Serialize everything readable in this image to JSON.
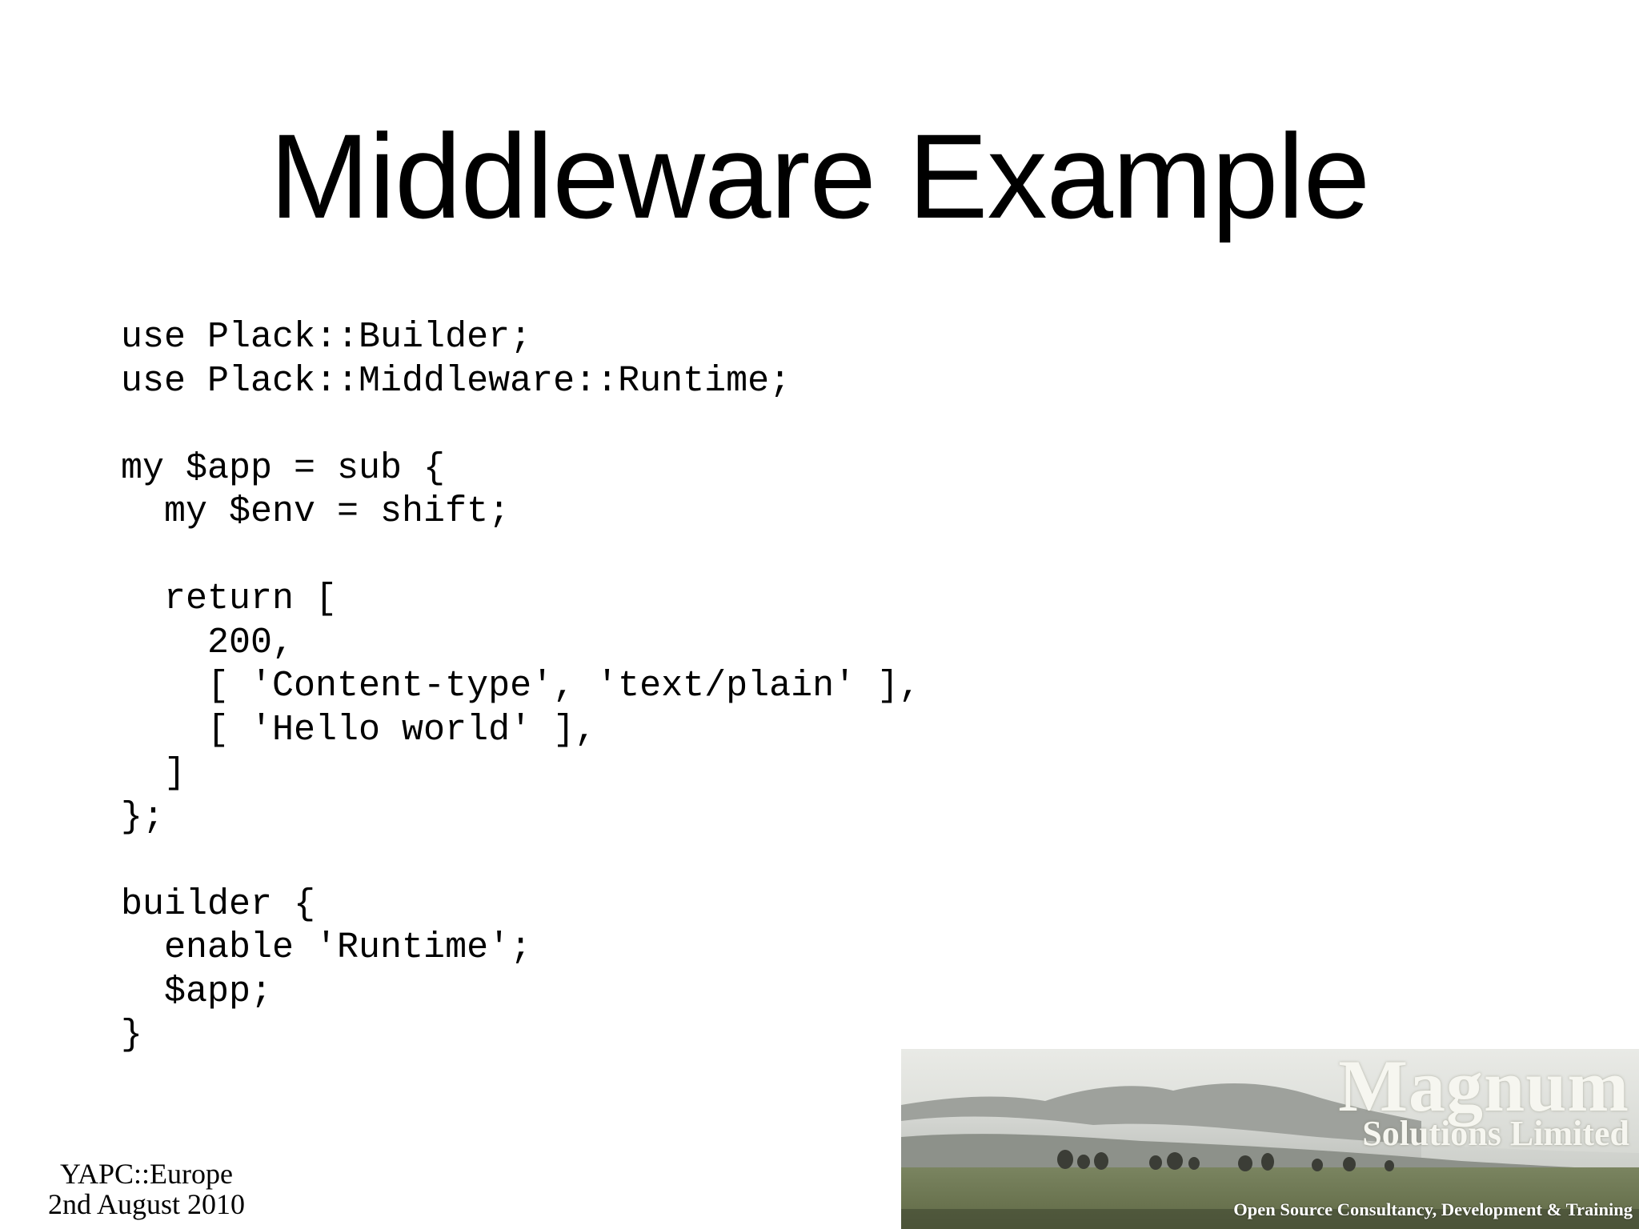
{
  "slide": {
    "title": "Middleware Example",
    "code_lines": [
      "use Plack::Builder;",
      "use Plack::Middleware::Runtime;",
      "",
      "my $app = sub {",
      "  my $env = shift;",
      "",
      "  return [",
      "    200,",
      "    [ 'Content-type', 'text/plain' ],",
      "    [ 'Hello world' ],",
      "  ]",
      "};",
      "",
      "builder {",
      "  enable 'Runtime';",
      "  $app;",
      "}"
    ]
  },
  "footer": {
    "event": "YAPC::Europe",
    "date": "2nd August 2010"
  },
  "banner": {
    "company_name": "Magnum",
    "company_suffix": "Solutions Limited",
    "tagline": "Open Source Consultancy, Development & Training",
    "sky_color": "#d9dbd6",
    "hill_color": "#8a8d88",
    "grass_color": "#6f7750"
  }
}
